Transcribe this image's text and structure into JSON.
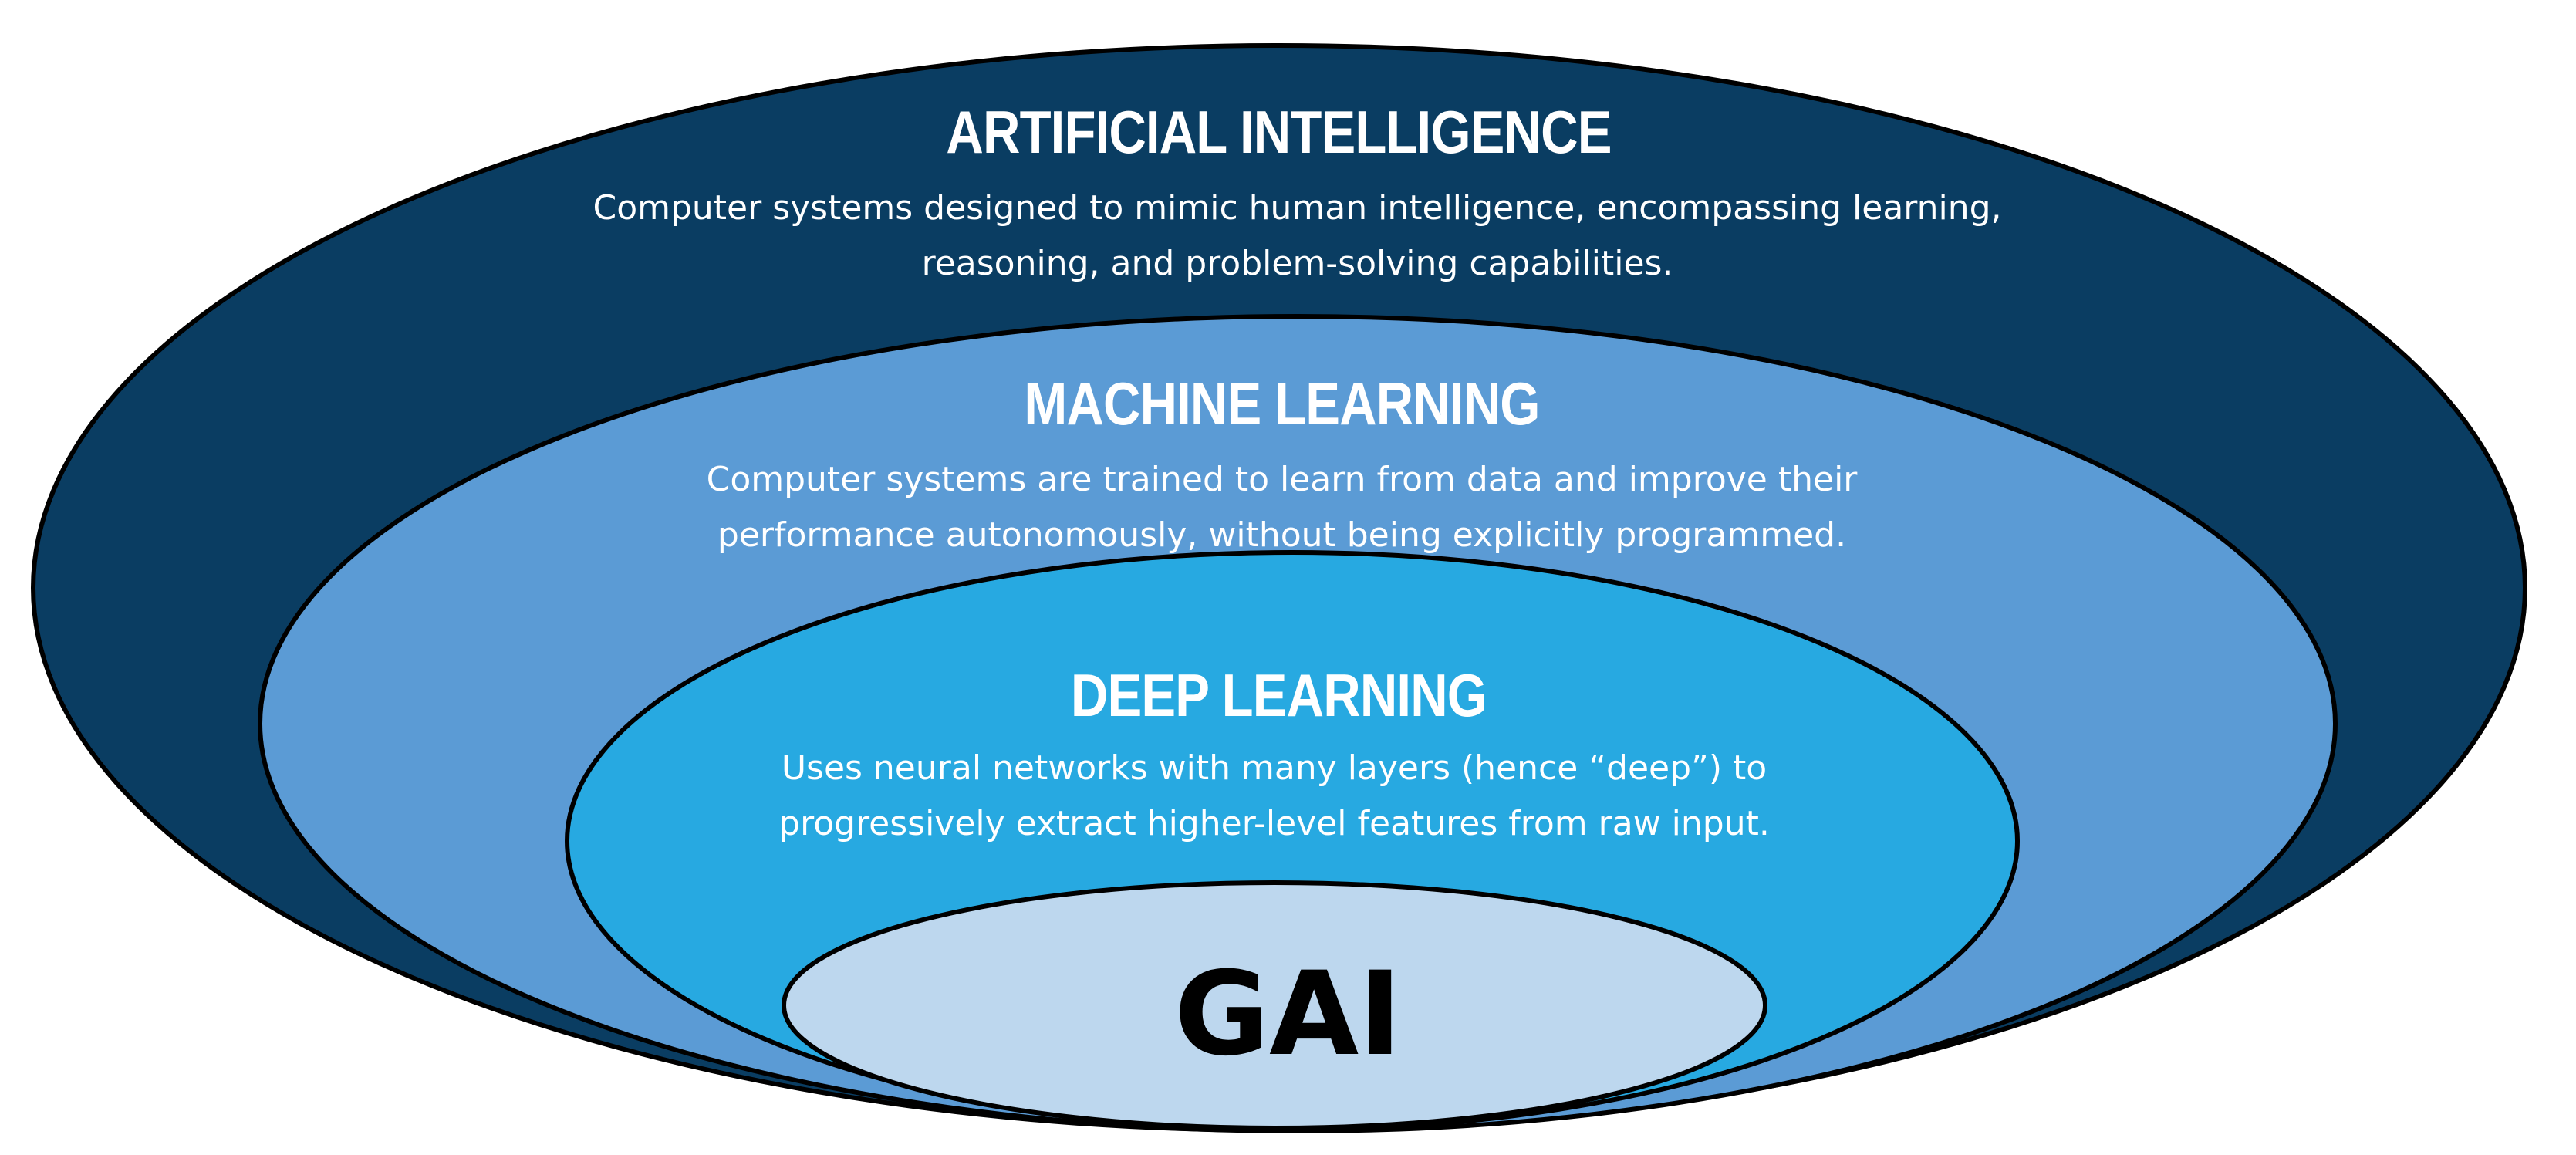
{
  "layers": {
    "ai": {
      "title": "ARTIFICIAL INTELLIGENCE",
      "desc_line1": "Computer systems designed to mimic human intelligence, encompassing learning,",
      "desc_line2": "reasoning, and problem-solving capabilities.",
      "fill": "#0a3d62"
    },
    "ml": {
      "title": "MACHINE LEARNING",
      "desc_line1": "Computer systems are trained to learn from data and improve their",
      "desc_line2": "performance autonomously, without being explicitly programmed.",
      "fill": "#5b9bd5"
    },
    "dl": {
      "title": "DEEP LEARNING",
      "desc_line1": "Uses neural networks with many layers (hence “deep”) to",
      "desc_line2": "progressively extract higher-level features from raw input.",
      "fill": "#27a9e1"
    },
    "gai": {
      "title": "GAI",
      "fill": "#bdd7ee"
    }
  }
}
